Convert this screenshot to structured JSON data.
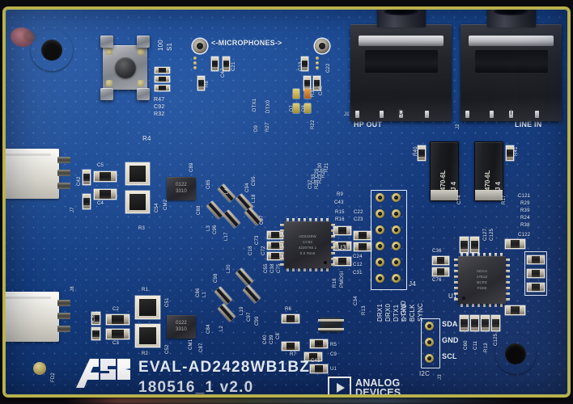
{
  "board": {
    "name": "EVAL-AD2428WB1BZ evaluation board",
    "title_line1": "EVAL-AD2428WB1BZ",
    "title_line2": "180516_1 v2.0",
    "colors": {
      "soldermask": "#17458c",
      "silkscreen": "#e9f1fb",
      "edge_plating": "#b9b24a",
      "gold_pad": "#c3b168",
      "connector_white": "#ecebe4",
      "jack_black": "#22242a"
    },
    "brands": {
      "a2b_logo": "A2B",
      "a2b_chars": {
        "a": "A",
        "two": "2",
        "b": "B"
      },
      "analog_devices_line1": "ANALOG",
      "analog_devices_line2": "DEVICES"
    }
  },
  "labels": {
    "microphones": "<-MICROPHONES->",
    "hp_out": "HP OUT",
    "line_in": "LINE IN",
    "gnd_arrow": "<-GND",
    "i2c": "I2C"
  },
  "headers": {
    "j4": {
      "ref": "J4",
      "pins": [
        "DRX1",
        "DRX0",
        "DTX1",
        "DTX0",
        "BCLK",
        "SYNC"
      ]
    },
    "j3": {
      "ref": "J3",
      "pins": [
        "SDA",
        "GND",
        "SCL"
      ]
    }
  },
  "connectors": [
    {
      "ref": "J1",
      "label": "HP OUT",
      "type": "3.5mm-jack",
      "letter": "D"
    },
    {
      "ref": "J2",
      "label": "LINE IN",
      "type": "3.5mm-jack",
      "letter": "I"
    },
    {
      "ref": "J7",
      "label": "J7",
      "type": "a2b-bus-connector"
    },
    {
      "ref": "J8",
      "label": "J8",
      "type": "a2b-bus-connector"
    }
  ],
  "ics": [
    {
      "ref": "U3",
      "mark_line1": "AD2428W",
      "mark_line2": "CC52",
      "mark_line3": "4220760.1",
      "mark_line4": "0.0  #818"
    },
    {
      "ref": "U1",
      "mark_line1": "ADAU",
      "mark_line2": "1761Z",
      "mark_line3": "BCPZ",
      "mark_line4": "#1M3"
    }
  ],
  "ecaps": [
    {
      "ref": "C123",
      "mark_line1": "470-6L",
      "mark_line2": "J 4"
    },
    {
      "ref": "C124",
      "mark_line1": "470-6L",
      "mark_line2": "J 4"
    }
  ],
  "switch": {
    "ref": "S1",
    "value": "100"
  },
  "fiducials": [
    "FD2"
  ],
  "refdes": {
    "top_left": [
      "S1",
      "100",
      "R47",
      "C92",
      "R32",
      "R4"
    ],
    "mic_area": [
      "C21",
      "C47",
      "R8",
      "C13",
      "C48",
      "R30",
      "C22",
      "D7",
      "D9",
      "R27",
      "DTX1",
      "DTX0",
      "D8",
      "R22"
    ],
    "mid_left": [
      "C42",
      "C5",
      "C4",
      "C54",
      "CM2",
      "C89",
      "C85",
      "C88",
      "L4",
      "L3",
      "C96",
      "L17",
      "C95",
      "C94",
      "L18",
      "C57",
      "C73",
      "C18",
      "C72",
      "C55",
      "C38",
      "C75",
      "R3",
      "J7"
    ],
    "mid_right": [
      "C30",
      "R21",
      "C29",
      "R20",
      "C33",
      "R23",
      "C37",
      "R28",
      "R9",
      "C43",
      "R40",
      "R41",
      "C121",
      "R29",
      "R39",
      "R24",
      "R38",
      "C122",
      "C123",
      "C124",
      "C74",
      "R17",
      "R15",
      "R16",
      "C22",
      "C23",
      "C24",
      "C12",
      "C31",
      "R18",
      "PMOSI",
      "C34",
      "R13",
      "C36",
      "C76",
      "C127",
      "C125",
      "R12",
      "C11",
      "C60",
      "R5",
      "C9",
      "U1",
      "U3",
      "J4",
      "J3"
    ],
    "bottom_left": [
      "J8",
      "C80",
      "C2",
      "C3",
      "R1",
      "R2",
      "C51",
      "C52",
      "CM1",
      "C86",
      "C84",
      "C87",
      "L1",
      "L2",
      "C98",
      "L20",
      "L19",
      "C97",
      "C99",
      "FD2"
    ],
    "bottom_right": [
      "C40",
      "C39",
      "C8",
      "R6",
      "R7",
      "C10",
      "C41",
      "Q9",
      "C50",
      "R19",
      "C35",
      "C9",
      "C49",
      "C56",
      "C77",
      "R14",
      "R11",
      "C59",
      "C58"
    ]
  }
}
